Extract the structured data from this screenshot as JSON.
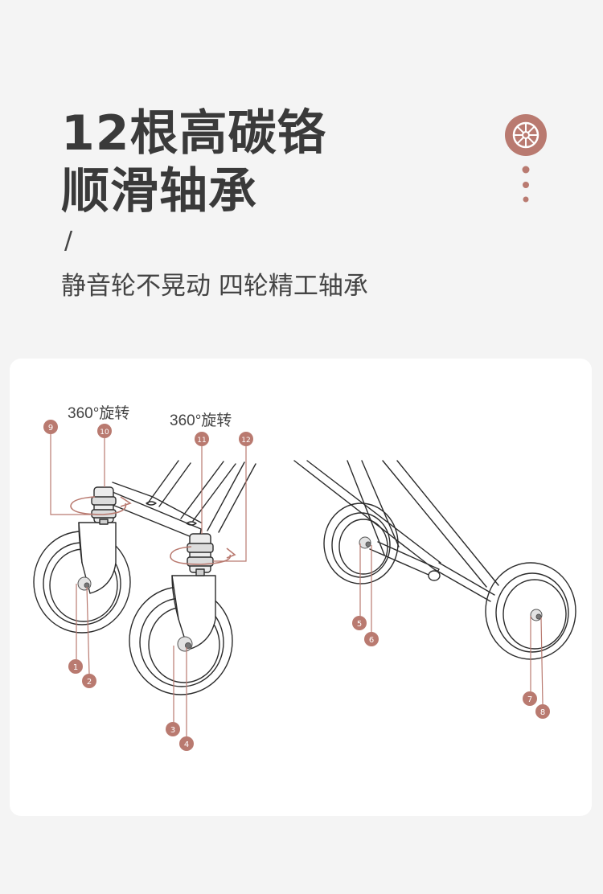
{
  "heading": {
    "line1": "12根高碳铬",
    "line2": "顺滑轴承",
    "separator": "/",
    "subtitle": "静音轮不晃动 四轮精工轴承"
  },
  "badge": {
    "icon": "wheel-icon",
    "color": "#b97a70"
  },
  "diagram": {
    "rotation_labels": [
      "360°旋转",
      "360°旋转"
    ],
    "callouts": [
      "1",
      "2",
      "3",
      "4",
      "5",
      "6",
      "7",
      "8",
      "9",
      "10",
      "11",
      "12"
    ],
    "accent_color": "#b97a70"
  }
}
